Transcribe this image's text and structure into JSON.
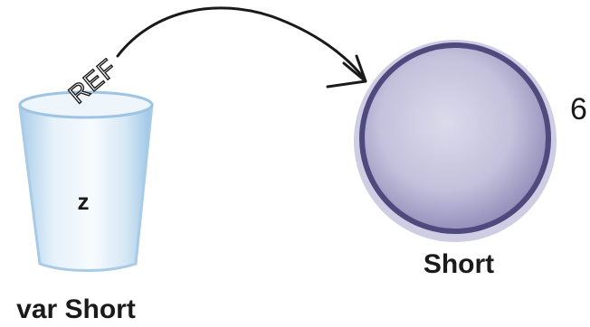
{
  "cup": {
    "variable_name": "z",
    "type_label": "var Short"
  },
  "reference": {
    "label": "REF"
  },
  "object": {
    "type_label": "Short",
    "value": "6"
  },
  "colors": {
    "cup_fill": "#dcebf6",
    "cup_edge": "#9fc6e6",
    "ball_fill": "#c9c8df",
    "ball_edge": "#4f4a7e",
    "ink": "#1a1a1a"
  }
}
